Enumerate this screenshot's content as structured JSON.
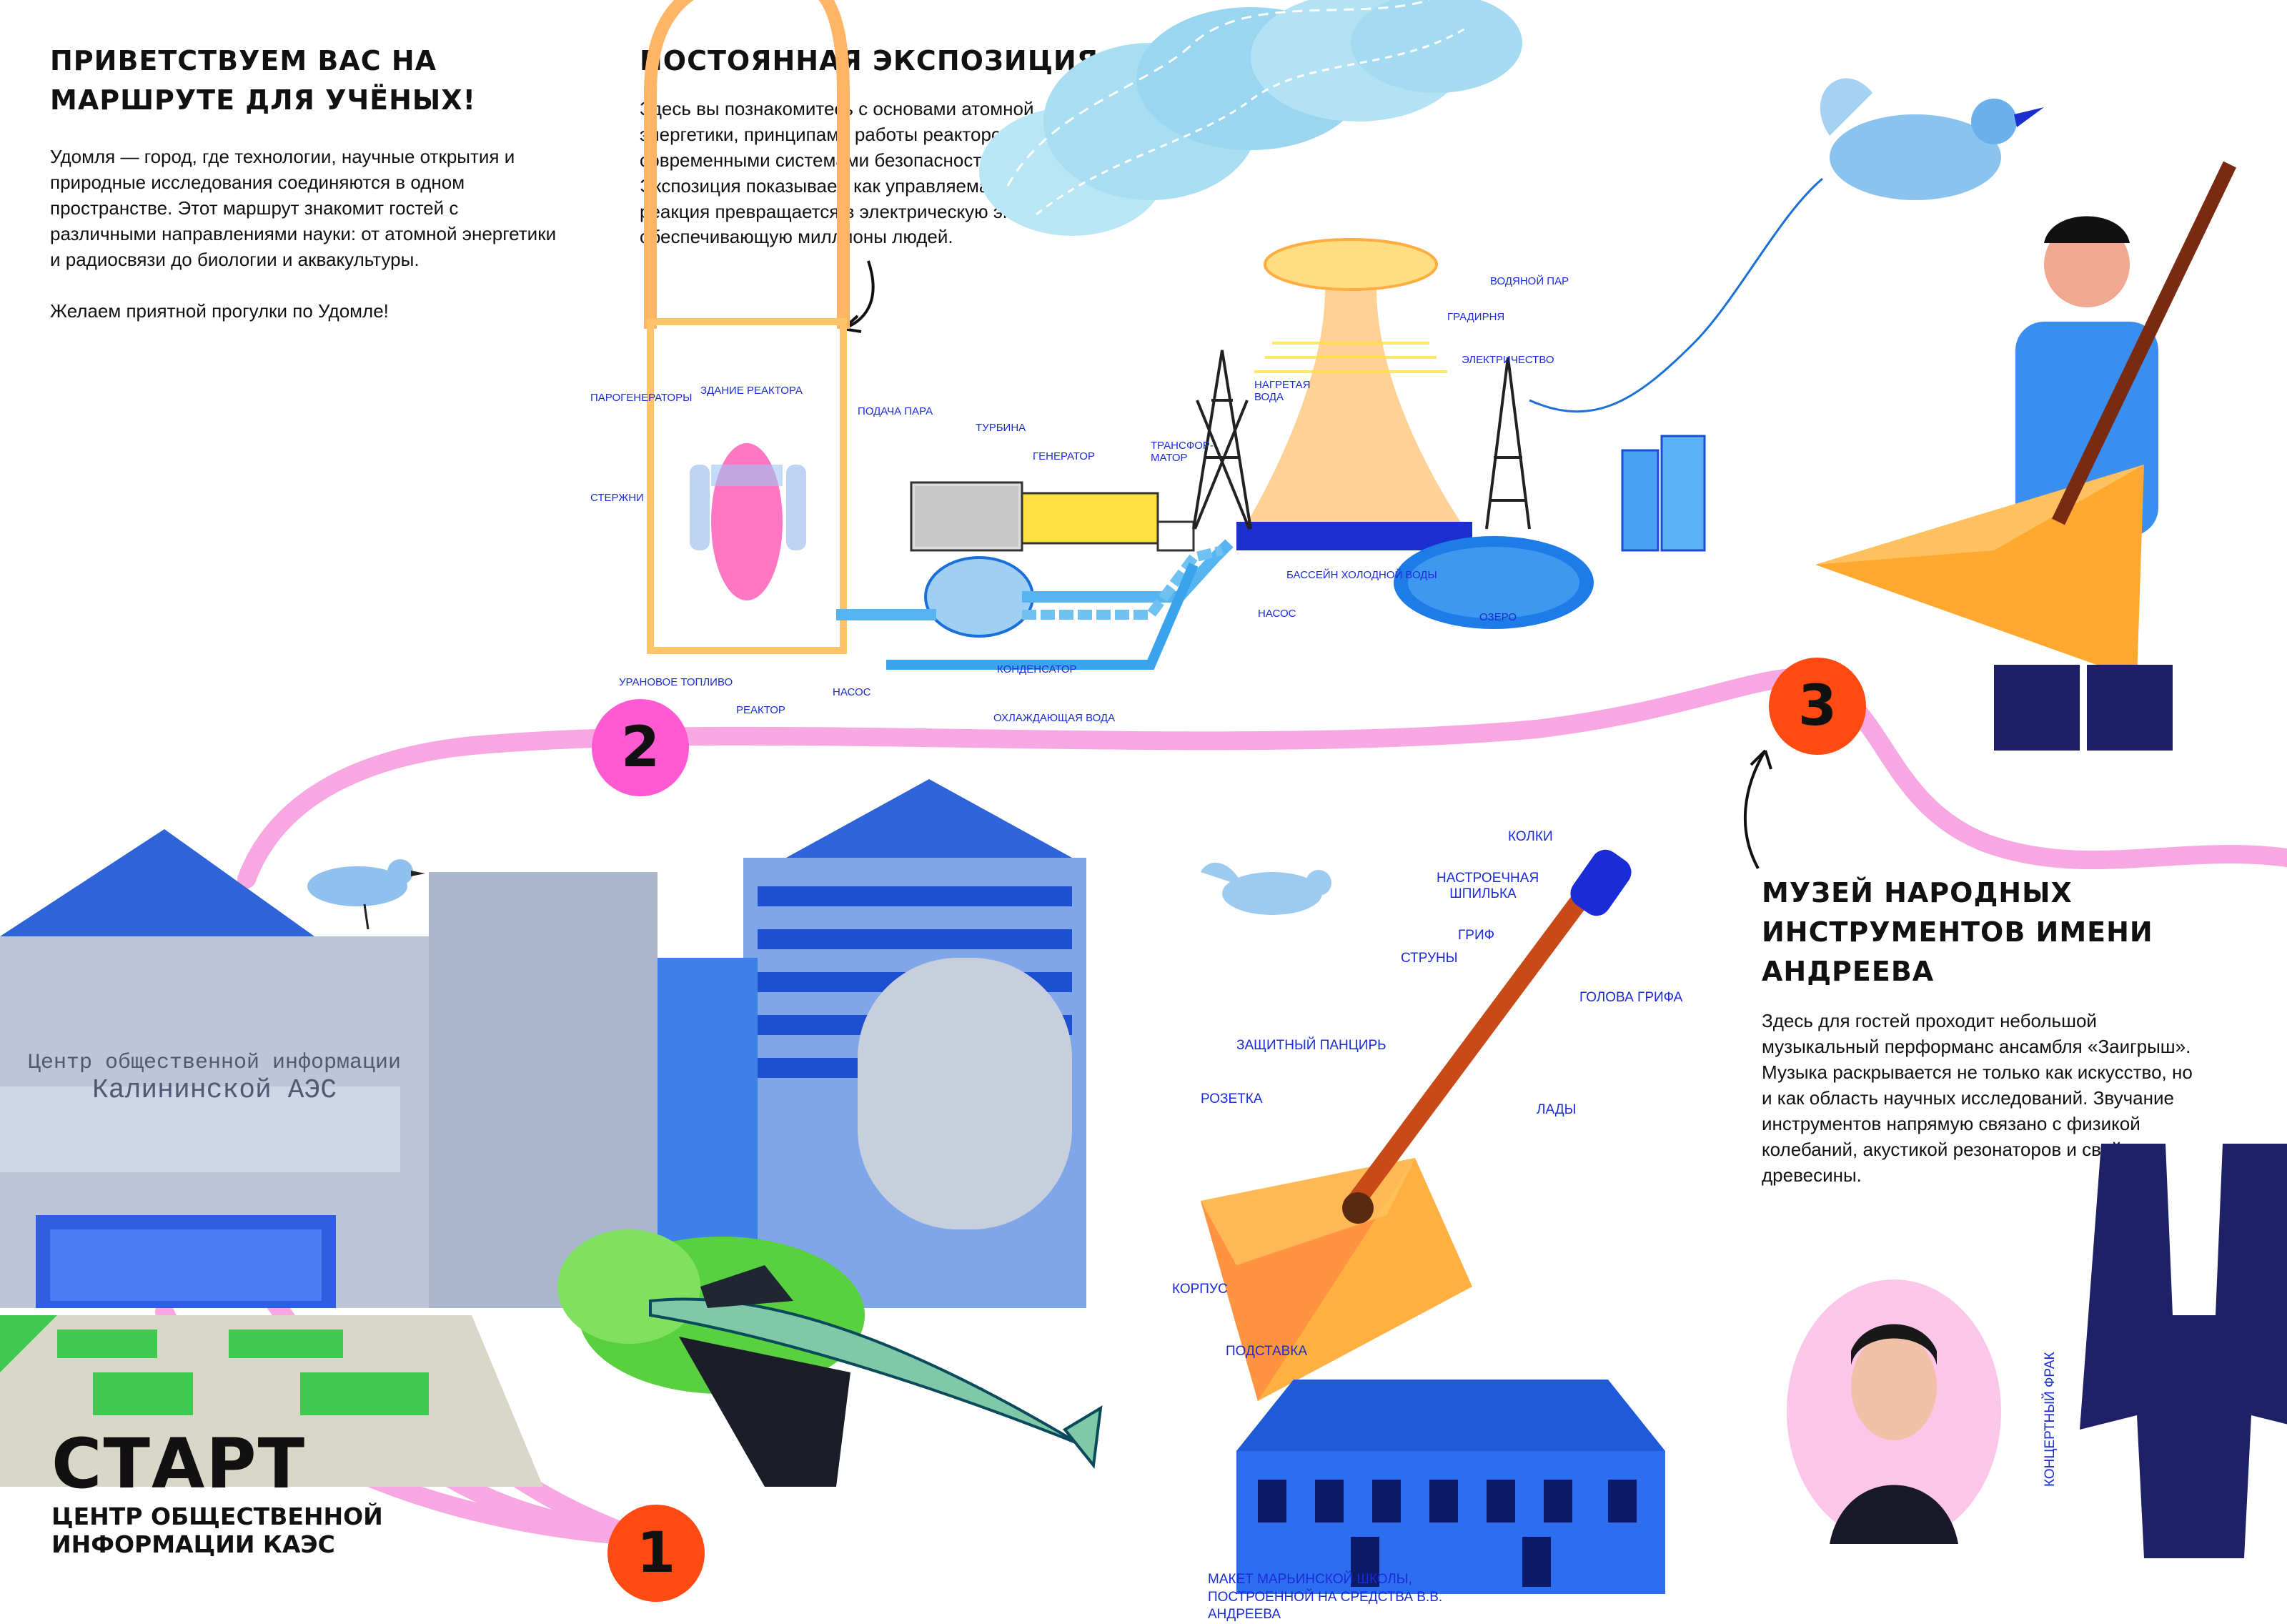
{
  "intro": {
    "title": "Приветствуем вас на маршруте для учёных!",
    "text": "Удомля — город, где технологии, научные открытия и природные исследования соединяются в одном пространстве. Этот маршрут знакомит гостей с различными направлениями науки: от атомной энергетики и радиосвязи до биологии и аквакультуры.",
    "wish": "Желаем приятной прогулки по Удомле!"
  },
  "exposition": {
    "title": "Постоянная экспозиция",
    "text": "Здесь вы познакомитесь с основами атомной энергетики, принципами работы реакторов и современными системами безопасности. Экспозиция показывает, как управляемая цепная реакция превращается в электрическую энергию, обеспечивающую миллионы людей."
  },
  "plant_labels": {
    "reactor_building": "Здание реактора",
    "steam_generators": "Парогенераторы",
    "steam_supply": "Подача пара",
    "turbine": "Турбина",
    "generator": "Генератор",
    "transformer": "Трансфор-матор",
    "heated_water": "Нагретая вода",
    "cooling_tower": "Градирня",
    "water_vapor": "Водяной пар",
    "electricity": "Электричество",
    "rods": "Стержни",
    "uranium_fuel": "Урановое топливо",
    "reactor": "Реактор",
    "pump1": "Насос",
    "condenser": "Конденсатор",
    "cooling_water": "Охлаждающая вода",
    "pump2": "Насос",
    "cold_pool": "Бассейн холодной воды",
    "lake": "Озеро"
  },
  "museum": {
    "title": "Музей народных инструментов имени Андреева",
    "text": "Здесь для гостей проходит небольшой музыкальный перформанс ансамбля «Заигрыш». Музыка раскрывается не только как искусство, но и как область научных исследований. Звучание инструментов напрямую связано с физикой колебаний, акустикой резонаторов и свойствами древесины."
  },
  "balalaika_labels": {
    "pegs": "Колки",
    "tuning_pin": "Настроечная шпилька",
    "neck": "Гриф",
    "strings": "Струны",
    "headstock": "Голова грифа",
    "pickguard": "Защитный панцирь",
    "rosette": "Розетка",
    "frets": "Лады",
    "body": "Корпус",
    "bridge": "Подставка"
  },
  "school_caption": "Макет Марьинской школы, построенной на средства В.В. Андреева",
  "tailcoat_caption": "Концертный фрак",
  "building": {
    "sign_line1": "Центр общественной информации",
    "sign_line2": "Калининской АЭС"
  },
  "start": {
    "big": "СТАРТ",
    "line1": "Центр общественной",
    "line2": "информации КАЭС"
  },
  "stops": [
    "1",
    "2",
    "3"
  ],
  "colors": {
    "route": "#f7a8e2",
    "stop1": "#ff4a12",
    "stop2": "#ff5ad2",
    "stop3": "#ff4a12",
    "label_blue": "#1a2bd8"
  }
}
